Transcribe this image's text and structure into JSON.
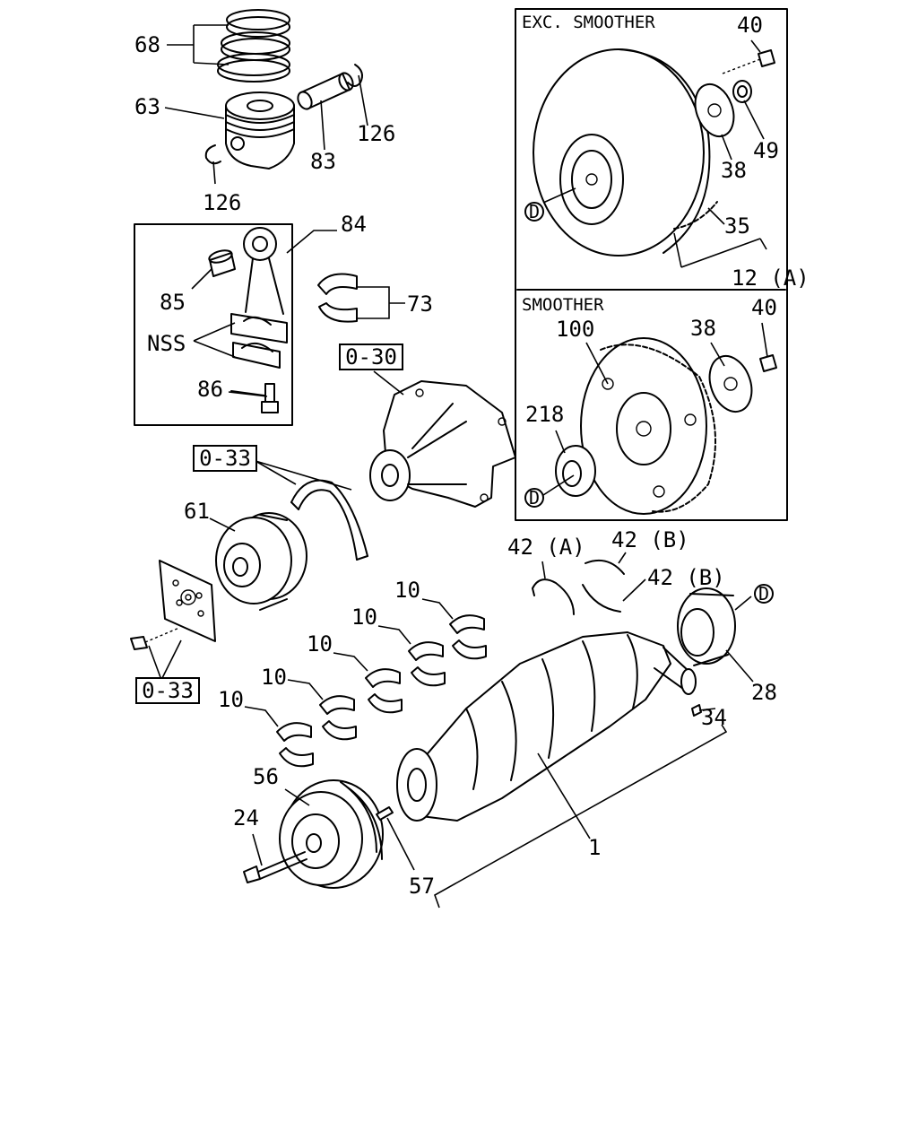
{
  "labels": {
    "p68": "68",
    "p63": "63",
    "p83": "83",
    "p126a": "126",
    "p126b": "126",
    "p84": "84",
    "p85": "85",
    "pNSS": "NSS",
    "p73": "73",
    "p86": "86",
    "p61": "61",
    "p10a": "10",
    "p10b": "10",
    "p10c": "10",
    "p10d": "10",
    "p10e": "10",
    "p56": "56",
    "p24": "24",
    "p57": "57",
    "p1": "1",
    "p34": "34",
    "p28": "28",
    "p42a": "42 (A)",
    "p42b1": "42 (B)",
    "p42b2": "42 (B)",
    "p40a": "40",
    "p49": "49",
    "p38a": "38",
    "p35": "35",
    "p12a": "12 (A)",
    "p40b": "40",
    "p38b": "38",
    "p100": "100",
    "p218": "218"
  },
  "refs": {
    "r030": "0-30",
    "r033a": "0-33",
    "r033b": "0-33"
  },
  "markers": {
    "d": "D"
  },
  "panels": {
    "exc_smoother": "EXC. SMOOTHER",
    "smoother": "SMOOTHER"
  }
}
